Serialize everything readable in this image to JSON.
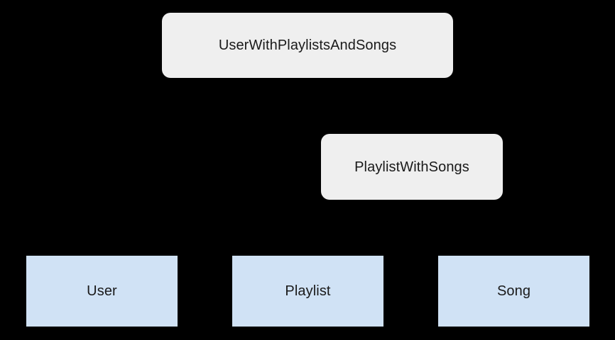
{
  "diagram": {
    "background_color": "#000000",
    "relation_node_color": "#efefef",
    "entity_node_color": "#d0e2f5",
    "text_color": "#1a1a1a",
    "nodes": [
      {
        "id": "user-with-playlists-and-songs",
        "label": "UserWithPlaylistsAndSongs",
        "kind": "relation",
        "shape": "rounded-rectangle"
      },
      {
        "id": "playlist-with-songs",
        "label": "PlaylistWithSongs",
        "kind": "relation",
        "shape": "rounded-rectangle"
      },
      {
        "id": "user",
        "label": "User",
        "kind": "entity",
        "shape": "rectangle"
      },
      {
        "id": "playlist",
        "label": "Playlist",
        "kind": "entity",
        "shape": "rectangle"
      },
      {
        "id": "song",
        "label": "Song",
        "kind": "entity",
        "shape": "rectangle"
      }
    ]
  }
}
